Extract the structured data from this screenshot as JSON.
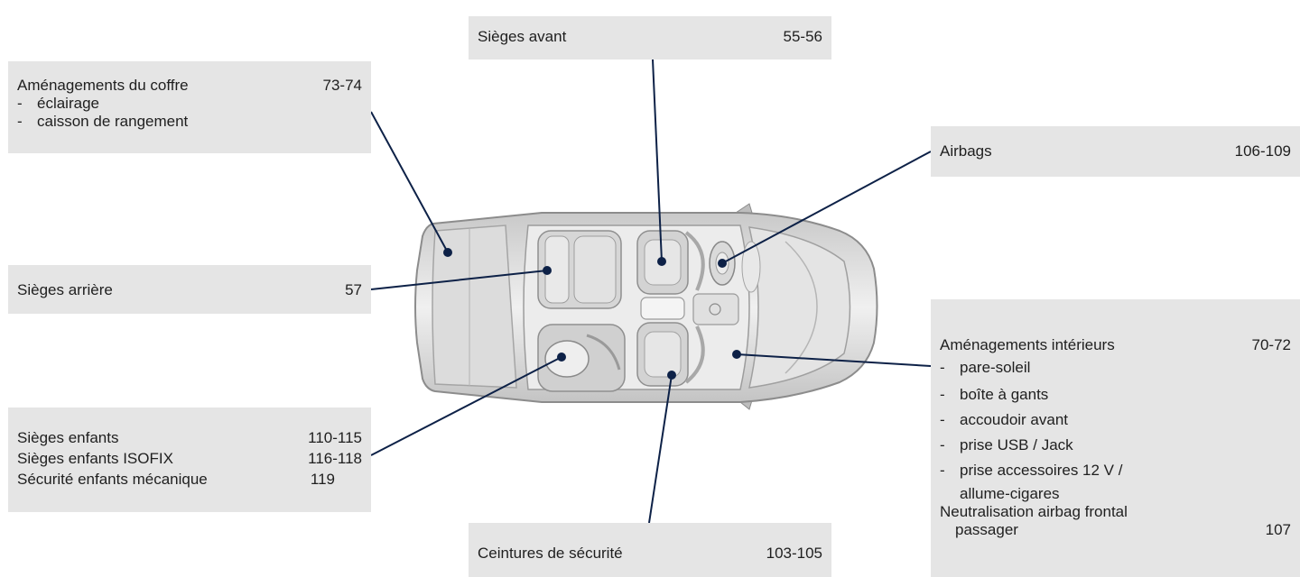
{
  "callouts": {
    "front_seats": {
      "label": "Sièges avant",
      "pages": "55-56"
    },
    "boot": {
      "label": "Aménagements du coffre",
      "pages": "73-74",
      "items": [
        "éclairage",
        "caisson de rangement"
      ]
    },
    "airbags": {
      "label": "Airbags",
      "pages": "106-109"
    },
    "rear_seats": {
      "label": "Sièges arrière",
      "pages": "57"
    },
    "interior": {
      "label": "Aménagements intérieurs",
      "pages": "70-72",
      "items": [
        "pare-soleil",
        "boîte à gants",
        "accoudoir avant",
        "prise USB / Jack",
        "prise accessoires 12 V /",
        "allume-cigares"
      ],
      "extra": {
        "label": "Neutralisation airbag frontal",
        "label2": "passager",
        "pages": "107"
      }
    },
    "child": {
      "rows": [
        {
          "label": "Sièges enfants",
          "pages": "110-115"
        },
        {
          "label": "Sièges enfants ISOFIX",
          "pages": "116-118"
        },
        {
          "label": "Sécurité enfants mécanique",
          "pages": "119"
        }
      ]
    },
    "belts": {
      "label": "Ceintures de sécurité",
      "pages": "103-105"
    }
  },
  "colors": {
    "box": "#e5e5e5",
    "leader": "#0d2147",
    "car": "#d9d9d9"
  }
}
